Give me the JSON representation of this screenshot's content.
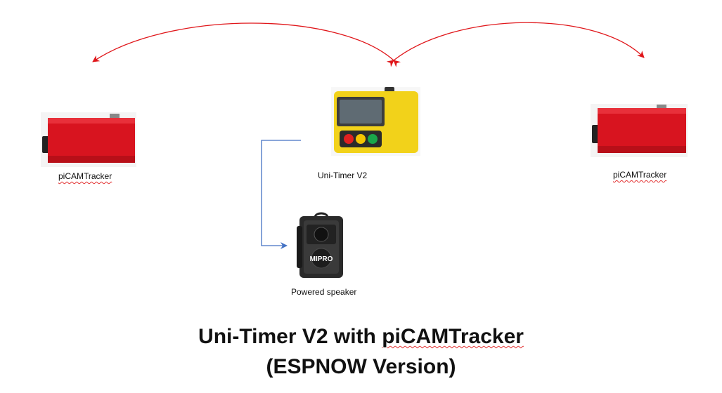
{
  "diagram": {
    "nodes": {
      "left_tracker": {
        "label": "piCAMTracker",
        "icon": "red-camera-icon"
      },
      "timer": {
        "label": "Uni-Timer V2",
        "icon": "yellow-timer-icon"
      },
      "right_tracker": {
        "label": "piCAMTracker",
        "icon": "red-camera-icon"
      },
      "speaker": {
        "label": "Powered speaker",
        "icon": "speaker-icon",
        "brand": "MIPRO"
      }
    },
    "connections": [
      {
        "from": "timer",
        "to": "left_tracker",
        "style": "red-curved-double-arrow"
      },
      {
        "from": "timer",
        "to": "right_tracker",
        "style": "red-curved-double-arrow"
      },
      {
        "from": "timer",
        "to": "speaker",
        "style": "blue-elbow-arrow"
      }
    ],
    "title": {
      "prefix": "Uni-Timer V2 with ",
      "product": "piCAMTracker",
      "subtitle": "(ESPNOW Version)"
    },
    "colors": {
      "tracker_red": "#d8141f",
      "timer_yellow": "#f2d21a",
      "arrow_red": "#e0161a",
      "arrow_blue": "#4472c4",
      "button_red": "#e02020",
      "button_yellow": "#f5c400",
      "button_green": "#1aa64a",
      "screen": "#5f6b73"
    }
  }
}
